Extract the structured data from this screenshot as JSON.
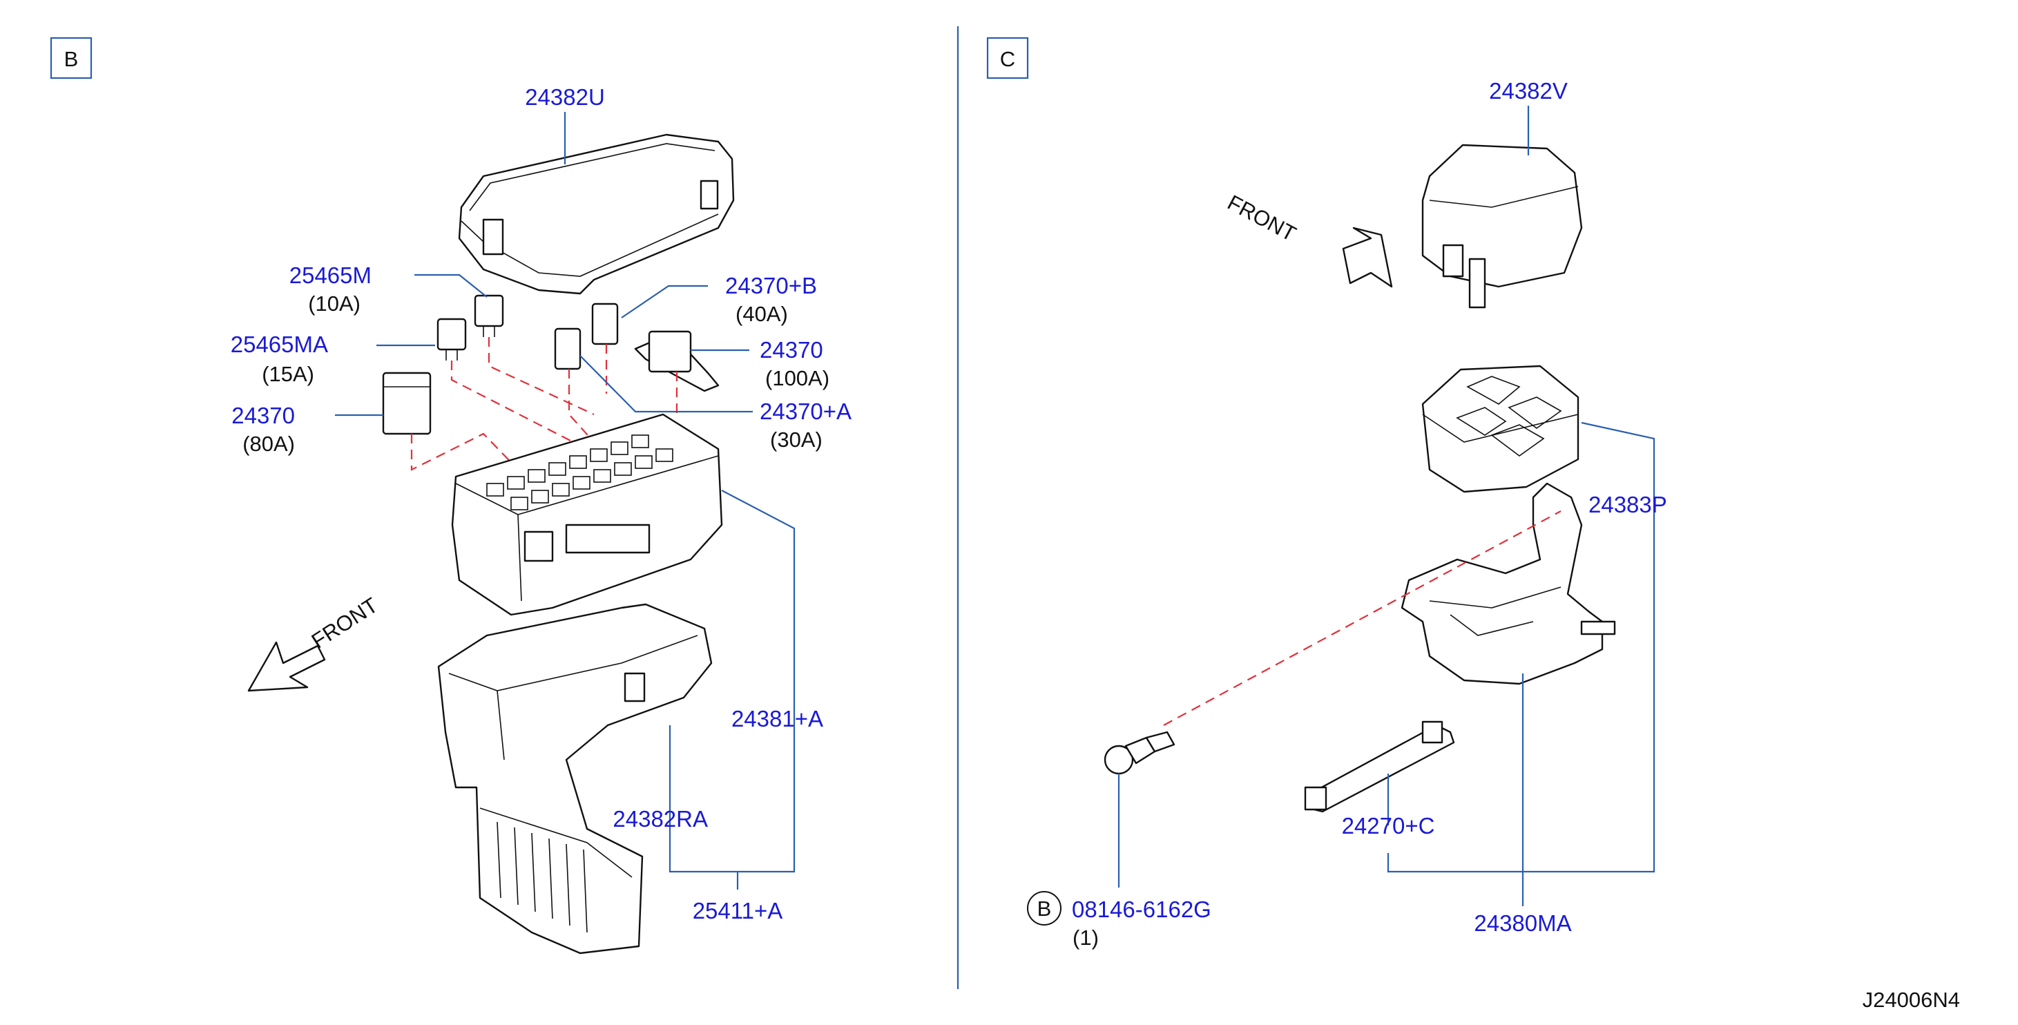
{
  "sections": [
    {
      "id": "B",
      "label": "B"
    },
    {
      "id": "C",
      "label": "C"
    }
  ],
  "parts_b": [
    {
      "code": "24382U",
      "rating": ""
    },
    {
      "code": "25465M",
      "rating": "(10A)"
    },
    {
      "code": "25465MA",
      "rating": "(15A)"
    },
    {
      "code": "24370",
      "rating": "(80A)"
    },
    {
      "code": "24370+B",
      "rating": "(40A)"
    },
    {
      "code": "24370",
      "rating": "(100A)"
    },
    {
      "code": "24370+A",
      "rating": "(30A)"
    },
    {
      "code": "24381+A",
      "rating": ""
    },
    {
      "code": "24382RA",
      "rating": ""
    },
    {
      "code": "25411+A",
      "rating": ""
    }
  ],
  "parts_c": [
    {
      "code": "24382V",
      "rating": ""
    },
    {
      "code": "24383P",
      "rating": ""
    },
    {
      "code": "24270+C",
      "rating": ""
    },
    {
      "code": "24380MA",
      "rating": ""
    },
    {
      "code": "08146-6162G",
      "rating": "(1)"
    }
  ],
  "bolt_marker": "B",
  "front_label": "FRONT",
  "diagram_id": "J24006N4"
}
